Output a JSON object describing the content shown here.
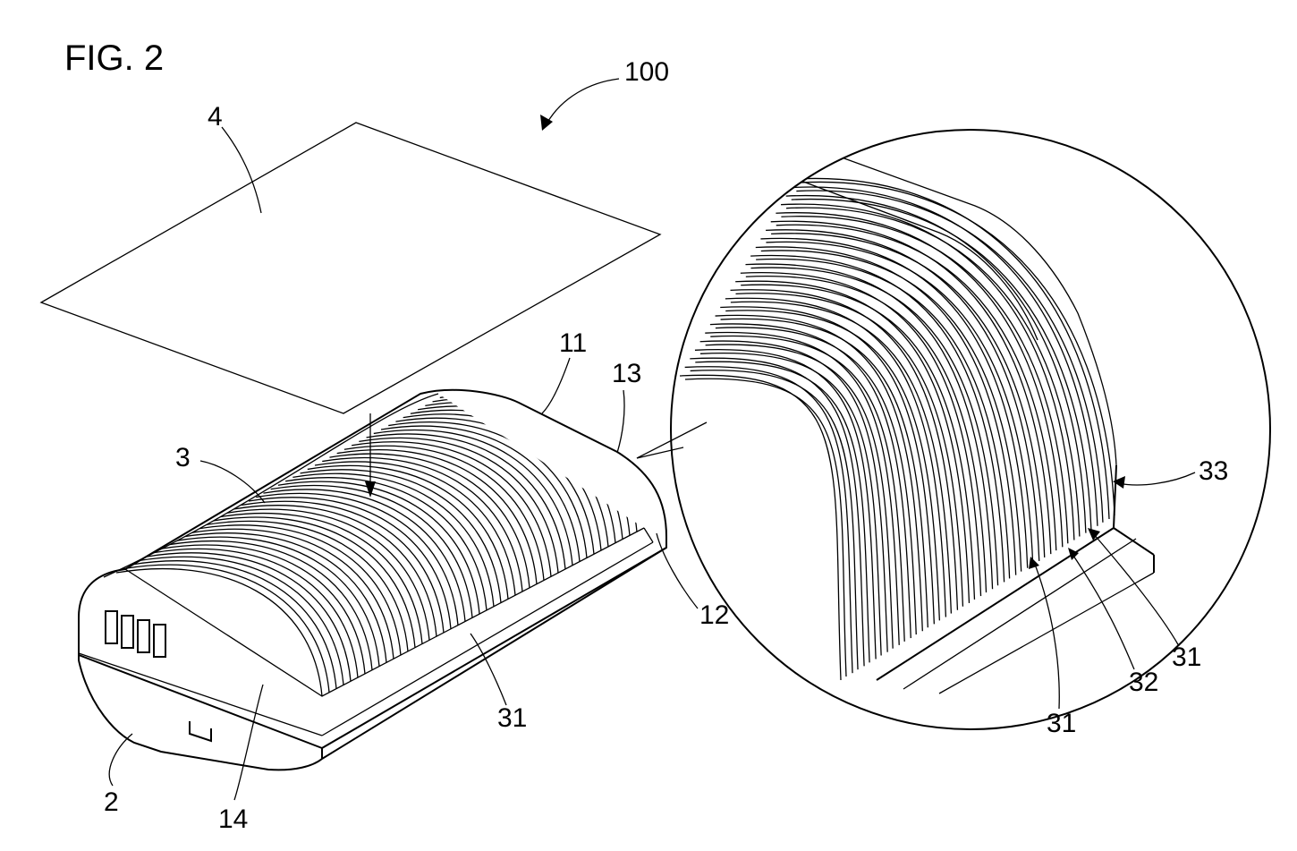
{
  "figure": {
    "title": "FIG. 2"
  },
  "labels": {
    "assembly": "100",
    "sheet": "4",
    "cover_top": "11",
    "cover_side": "12",
    "cover_edge": "13",
    "heat_sink": "3",
    "fin_main": "31",
    "battery": "2",
    "end_face": "14",
    "detail_fin_upper": "31",
    "detail_gap": "32",
    "detail_fin_lower": "31",
    "detail_end": "33"
  },
  "colors": {
    "ink": "#000000",
    "paper": "#ffffff"
  }
}
